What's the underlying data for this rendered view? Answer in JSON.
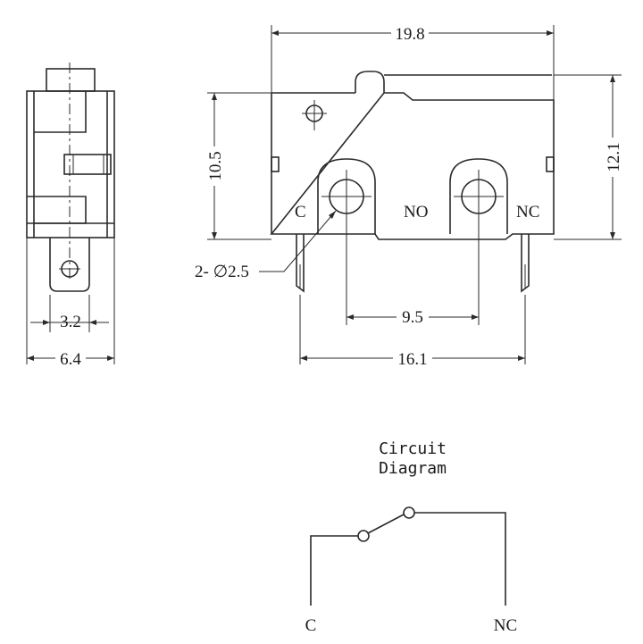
{
  "dimensions": {
    "top_width": "19.8",
    "height_left": "10.5",
    "height_right": "12.1",
    "pin_spacing": "9.5",
    "pin_outer": "16.1",
    "hole_callout": "2- ∅2.5",
    "side_inner": "3.2",
    "side_outer": "6.4"
  },
  "terminals": {
    "c": "C",
    "no": "NO",
    "nc": "NC"
  },
  "circuit": {
    "title_line1": "Circuit",
    "title_line2": "Diagram",
    "label_c": "C",
    "label_nc": "NC"
  }
}
